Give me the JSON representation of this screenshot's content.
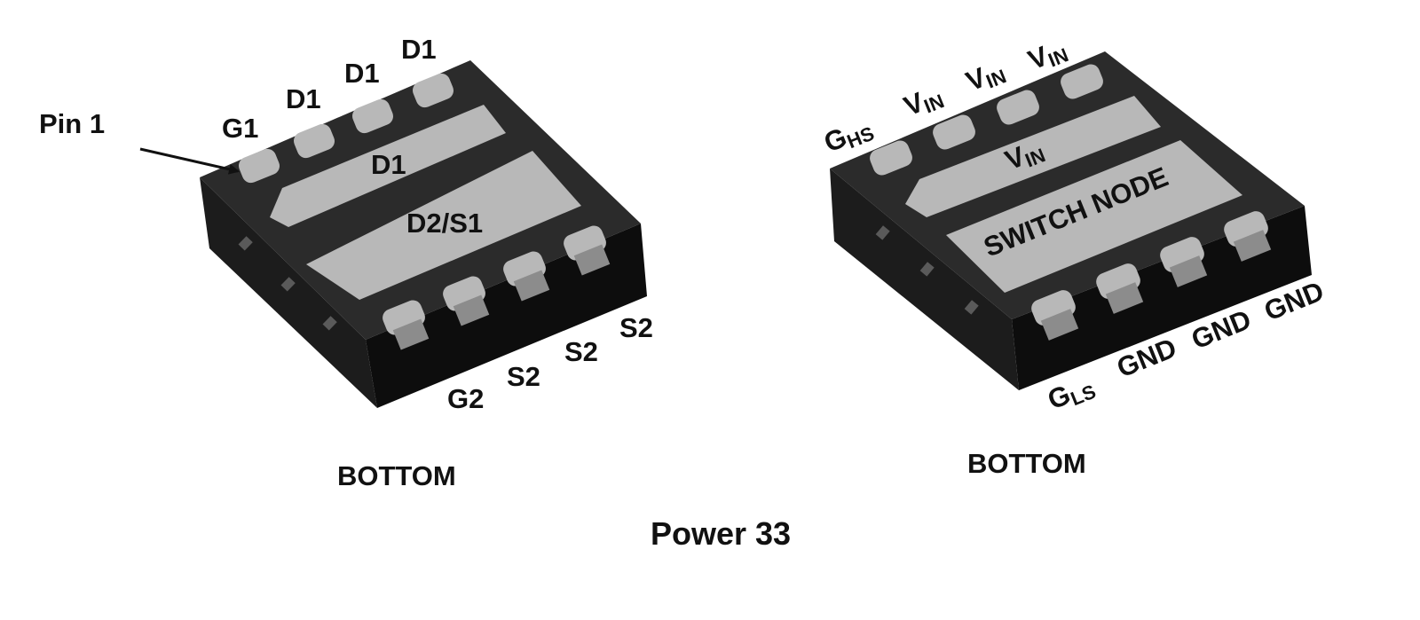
{
  "title": "Power 33",
  "colors": {
    "body_top": "#2a2a2a",
    "body_front": "#0d0d0d",
    "body_side": "#1c1c1c",
    "pad": "#b8b8b8",
    "pad_shade": "#8c8c8c",
    "text": "#111111"
  },
  "packages": [
    {
      "view_label": "BOTTOM",
      "pin1_label": "Pin 1",
      "top_pins": [
        {
          "main": "G1",
          "sub": ""
        },
        {
          "main": "D1",
          "sub": ""
        },
        {
          "main": "D1",
          "sub": ""
        },
        {
          "main": "D1",
          "sub": ""
        }
      ],
      "bottom_pins": [
        {
          "main": "G2",
          "sub": ""
        },
        {
          "main": "S2",
          "sub": ""
        },
        {
          "main": "S2",
          "sub": ""
        },
        {
          "main": "S2",
          "sub": ""
        }
      ],
      "upper_pad": {
        "main": "D1",
        "sub": ""
      },
      "lower_pad": {
        "main": "D2/S1",
        "sub": ""
      }
    },
    {
      "view_label": "BOTTOM",
      "top_pins": [
        {
          "main": "G",
          "sub": "HS"
        },
        {
          "main": "V",
          "sub": "IN"
        },
        {
          "main": "V",
          "sub": "IN"
        },
        {
          "main": "V",
          "sub": "IN"
        }
      ],
      "bottom_pins": [
        {
          "main": "G",
          "sub": "LS"
        },
        {
          "main": "GND",
          "sub": ""
        },
        {
          "main": "GND",
          "sub": ""
        },
        {
          "main": "GND",
          "sub": ""
        }
      ],
      "upper_pad": {
        "main": "V",
        "sub": "IN"
      },
      "lower_pad": {
        "main": "SWITCH NODE",
        "sub": ""
      }
    }
  ]
}
